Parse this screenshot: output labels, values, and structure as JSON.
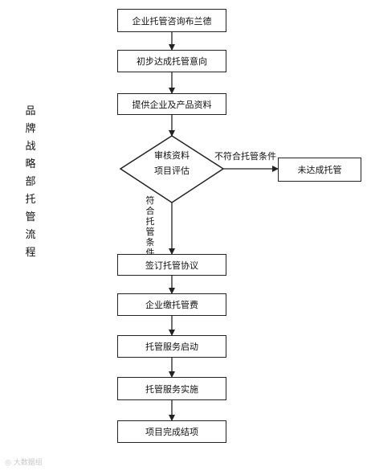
{
  "side_title_chars": [
    "品",
    "牌",
    "战",
    "略",
    "部",
    "托",
    "管",
    "流",
    "程"
  ],
  "steps": [
    "企业托管咨询布兰德",
    "初步达成托管意向",
    "提供企业及产品资料"
  ],
  "decision": {
    "line1": "审核资料",
    "line2": "项目评估"
  },
  "reject": {
    "label": "不符合托管条件",
    "box": "未达成托管"
  },
  "accept_label_chars": [
    "符",
    "合",
    "托",
    "管",
    "条",
    "件"
  ],
  "steps_after": [
    "签订托管协议",
    "企业缴托管费",
    "托管服务启动",
    "托管服务实施",
    "项目完成结项"
  ],
  "watermark": "大数据组"
}
